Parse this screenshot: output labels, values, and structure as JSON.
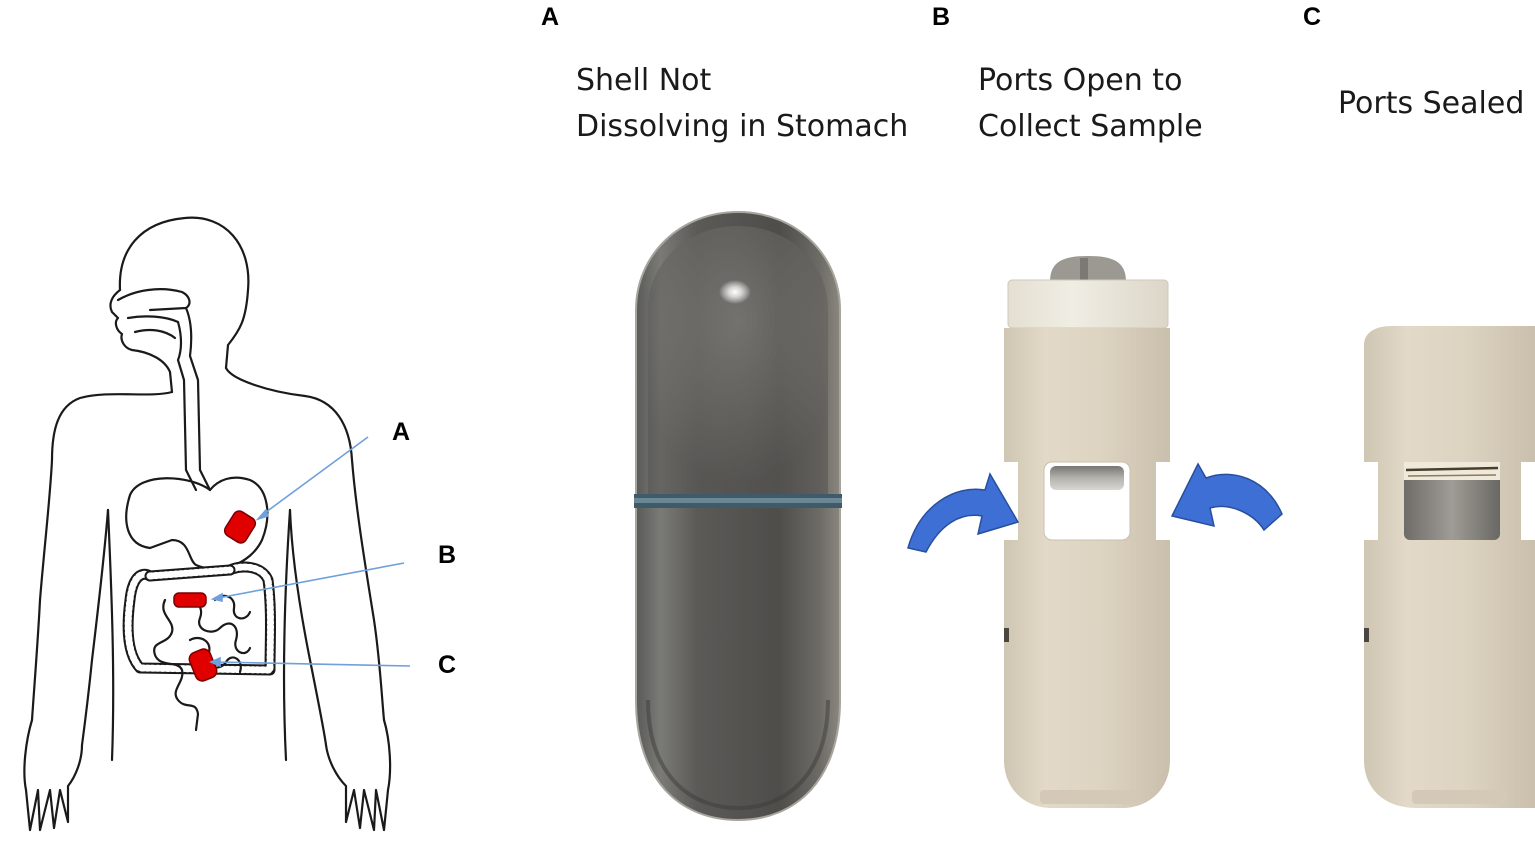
{
  "panels": [
    {
      "letter": "A",
      "caption_lines": [
        "Shell Not",
        "Dissolving in Stomach"
      ]
    },
    {
      "letter": "B",
      "caption_lines": [
        "Ports Open to",
        "Collect Sample"
      ]
    },
    {
      "letter": "C",
      "caption_lines": [
        "Ports Sealed"
      ]
    }
  ],
  "body_labels": {
    "a": "A",
    "b": "B",
    "c": "C"
  },
  "colors": {
    "capsule_red": "#e00000",
    "pointer_blue": "#6fa0dc",
    "arrow_blue": "#3e6fd4",
    "shell_dark": "#555555",
    "device_beige": "#ddd3c3",
    "cap_light": "#ece8dc"
  },
  "icons": [
    "human-body-digestive-icon",
    "capsule-icon",
    "sampling-device-open-icon",
    "sampling-device-sealed-icon",
    "curved-arrow-icon"
  ]
}
